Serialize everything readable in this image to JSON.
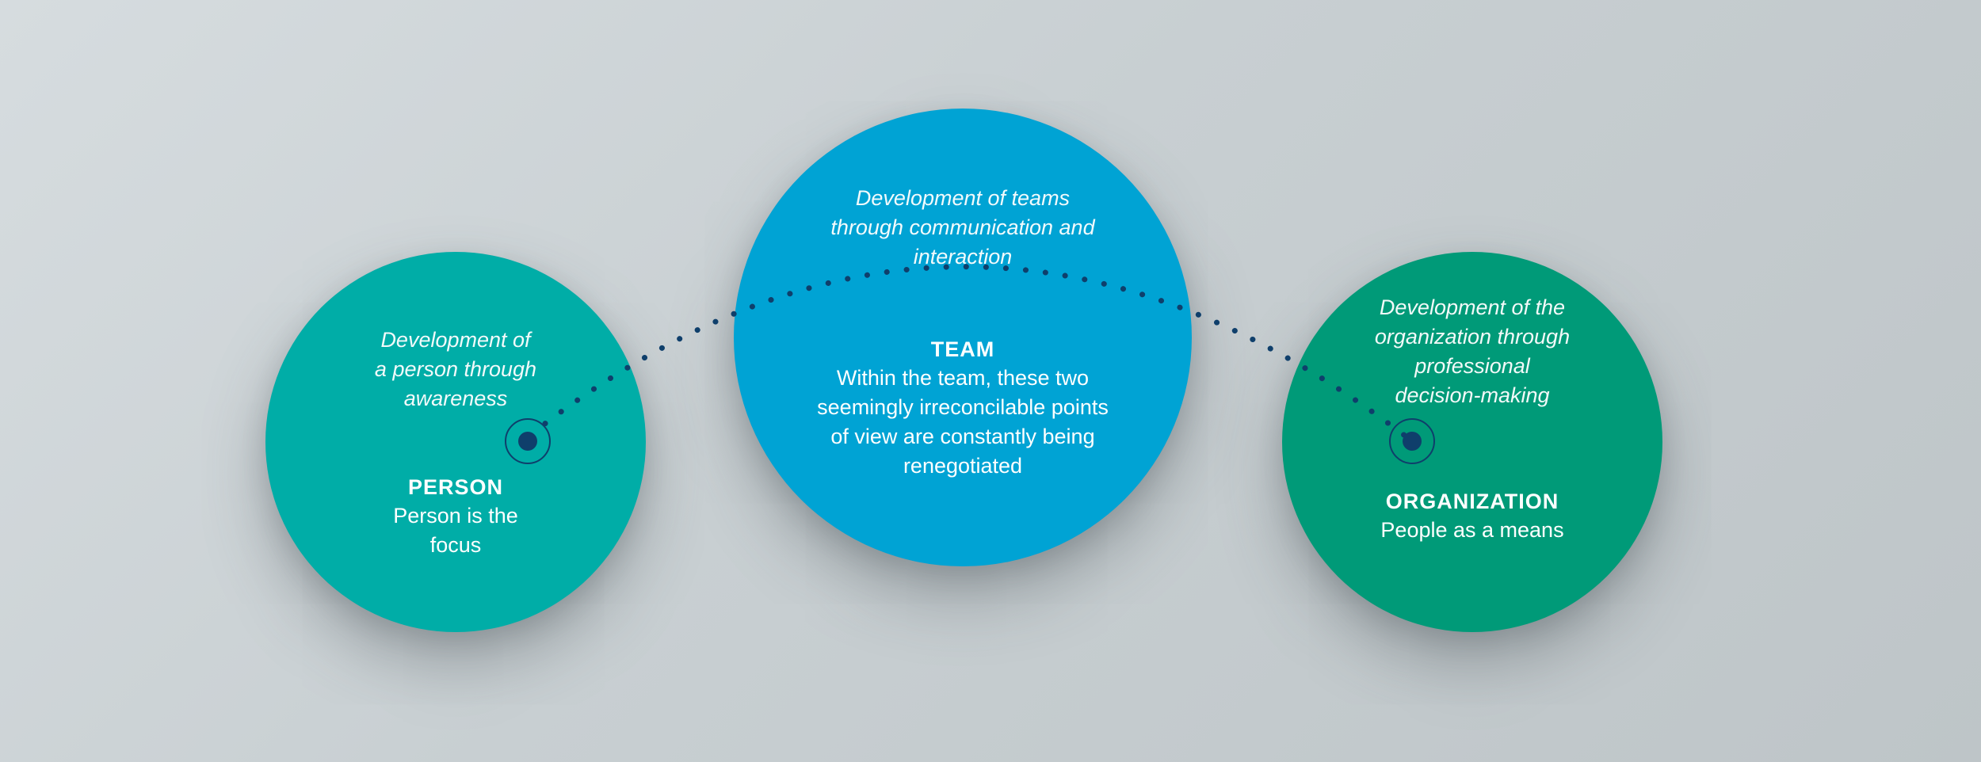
{
  "colors": {
    "person": "#00ada7",
    "team": "#00a3d4",
    "organization": "#009a78",
    "connector": "#0f3f6b"
  },
  "person": {
    "description": [
      "Development of",
      "a person through",
      "awareness"
    ],
    "heading": "PERSON",
    "body": [
      "Person is the",
      "focus"
    ]
  },
  "team": {
    "description": [
      "Development of teams",
      "through communication and",
      "interaction"
    ],
    "heading": "TEAM",
    "body": [
      "Within the team, these two",
      "seemingly irreconcilable points",
      "of view are constantly being",
      "renegotiated"
    ]
  },
  "organization": {
    "description": [
      "Development of the",
      "organization through",
      "professional",
      "decision-making"
    ],
    "heading": "ORGANIZATION",
    "body": [
      "People as a means"
    ]
  },
  "icons": {
    "left_node": "target-dot-icon",
    "right_node": "target-dot-icon"
  }
}
